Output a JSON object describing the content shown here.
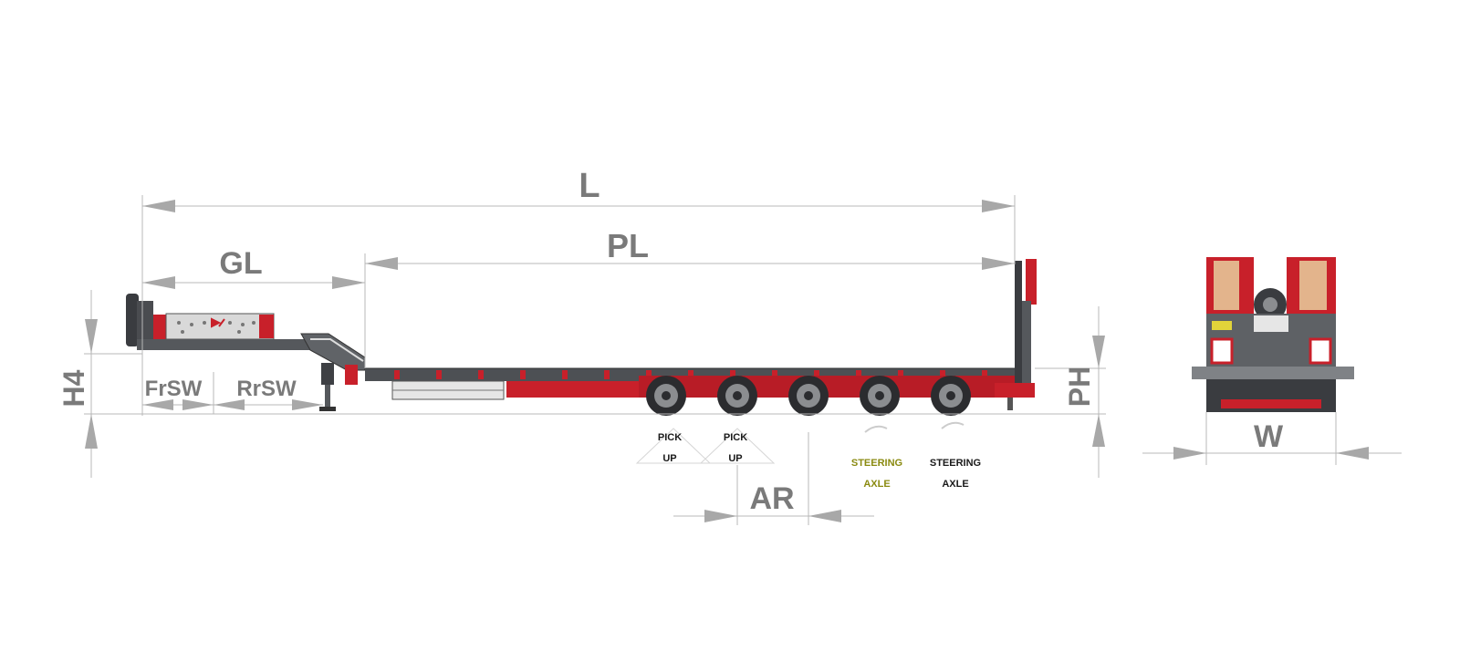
{
  "dimensions": {
    "L": "L",
    "PL": "PL",
    "GL": "GL",
    "H4": "H4",
    "FrSW": "FrSW",
    "RrSW": "RrSW",
    "AR": "AR",
    "PH": "PH",
    "W": "W"
  },
  "axle_labels": {
    "pickup_1": {
      "line1": "PICK",
      "line2": "UP"
    },
    "pickup_2": {
      "line1": "PICK",
      "line2": "UP"
    },
    "steering_1": {
      "line1": "STEERING",
      "line2": "AXLE"
    },
    "steering_2": {
      "line1": "STEERING",
      "line2": "AXLE"
    }
  },
  "colors": {
    "trailer_red": "#c8202a",
    "chassis_grey": "#55585c",
    "dimension_text": "#7a7a7a",
    "steering_1_text": "#8a8a10",
    "label_black": "#1a1a1a"
  }
}
